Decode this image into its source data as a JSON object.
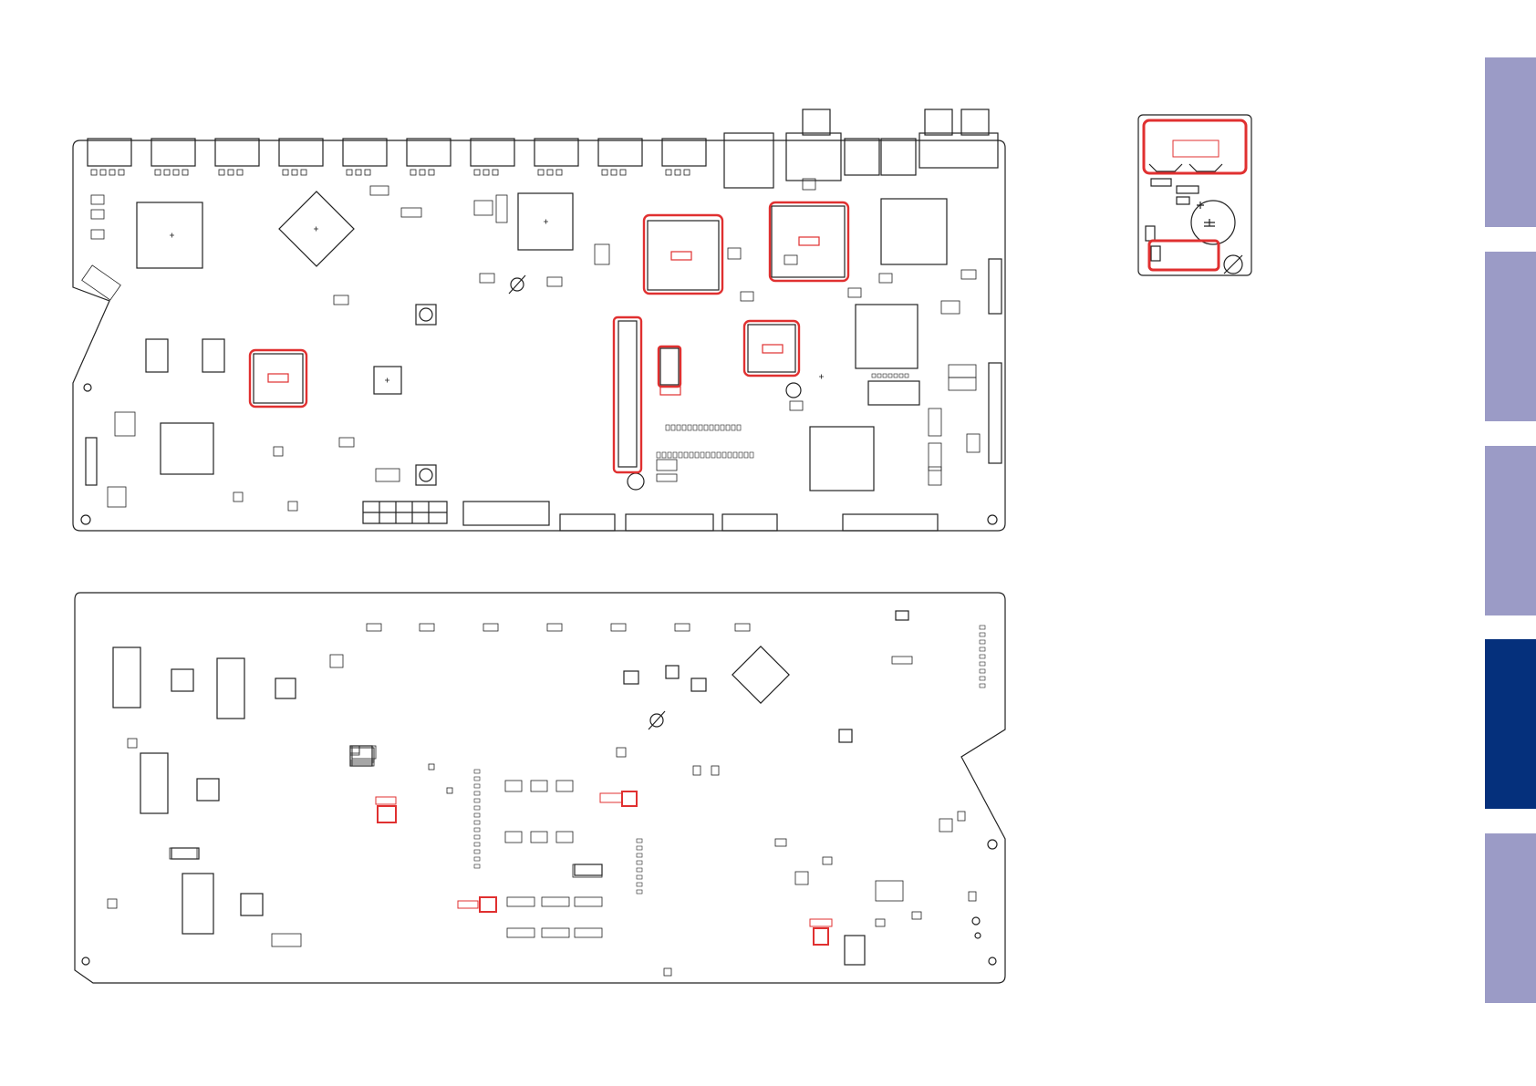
{
  "colors": {
    "outline": "#222222",
    "highlight": "#e03030",
    "tab_inactive": "#9b9bc6",
    "tab_active": "#05307c",
    "background": "#ffffff"
  },
  "tabs": [
    {
      "id": "tab-1",
      "active": false
    },
    {
      "id": "tab-2",
      "active": false
    },
    {
      "id": "tab-3",
      "active": false
    },
    {
      "id": "tab-4",
      "active": true
    },
    {
      "id": "tab-5",
      "active": false
    }
  ]
}
